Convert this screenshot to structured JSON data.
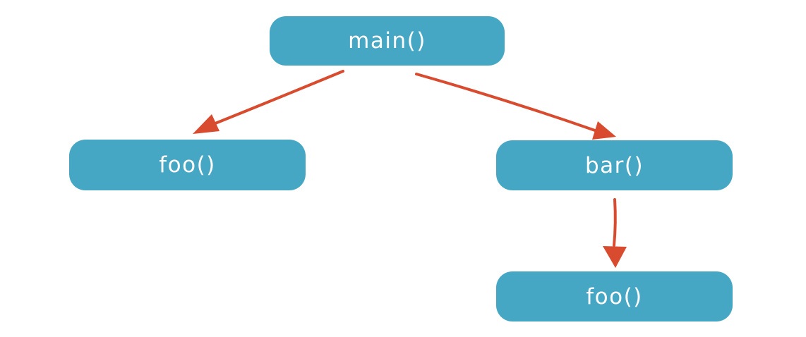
{
  "diagram": {
    "type": "call-graph",
    "colors": {
      "background": "#ffffff",
      "node": "#46a7c4",
      "text": "#ffffff",
      "arrow": "#d84b2e"
    },
    "nodes": [
      {
        "id": "main",
        "label": "main()"
      },
      {
        "id": "foo_left",
        "label": "foo()"
      },
      {
        "id": "bar",
        "label": "bar()"
      },
      {
        "id": "foo_bottom",
        "label": "foo()"
      }
    ],
    "edges": [
      {
        "from": "main",
        "to": "foo_left"
      },
      {
        "from": "main",
        "to": "bar"
      },
      {
        "from": "bar",
        "to": "foo_bottom"
      }
    ]
  }
}
